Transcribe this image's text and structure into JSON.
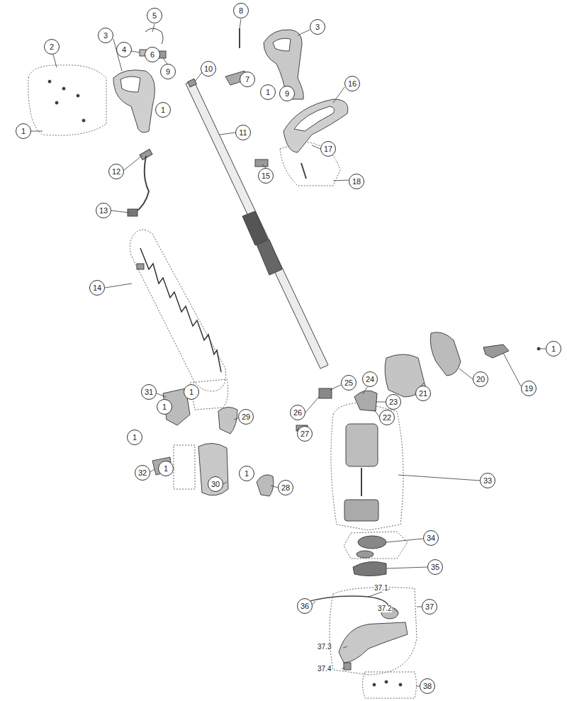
{
  "diagram": {
    "nodes": [
      {
        "text": [
          "5"
        ]
      },
      {
        "text": [
          "8"
        ]
      },
      {
        "text": [
          "3"
        ]
      },
      {
        "text": [
          "2"
        ]
      },
      {
        "text": [
          "3"
        ]
      },
      {
        "text": [
          "4"
        ]
      },
      {
        "text": [
          "6"
        ]
      },
      {
        "text": [
          "9"
        ]
      },
      {
        "text": [
          "10"
        ]
      },
      {
        "text": [
          "7"
        ]
      },
      {
        "text": [
          "1"
        ]
      },
      {
        "text": [
          "9"
        ]
      },
      {
        "text": [
          "16"
        ]
      },
      {
        "text": [
          "1"
        ]
      },
      {
        "text": [
          "11"
        ]
      },
      {
        "text": [
          "1"
        ]
      },
      {
        "text": [
          "17"
        ]
      },
      {
        "text": [
          "12"
        ]
      },
      {
        "text": [
          "15"
        ]
      },
      {
        "text": [
          "18"
        ]
      },
      {
        "text": [
          "13"
        ]
      },
      {
        "text": [
          "14"
        ]
      },
      {
        "text": [
          "1"
        ]
      },
      {
        "text": [
          "24"
        ]
      },
      {
        "text": [
          "20"
        ]
      },
      {
        "text": [
          "25"
        ]
      },
      {
        "text": [
          "19"
        ]
      },
      {
        "text": [
          "31"
        ]
      },
      {
        "text": [
          "1"
        ]
      },
      {
        "text": [
          "21"
        ]
      },
      {
        "text": [
          "23"
        ]
      },
      {
        "text": [
          "1"
        ]
      },
      {
        "text": [
          "26"
        ]
      },
      {
        "text": [
          "29"
        ]
      },
      {
        "text": [
          "22"
        ]
      },
      {
        "text": [
          "27"
        ]
      },
      {
        "text": [
          "1"
        ]
      },
      {
        "text": [
          "1"
        ]
      },
      {
        "text": [
          "32"
        ]
      },
      {
        "text": [
          "1"
        ]
      },
      {
        "text": [
          "33"
        ]
      },
      {
        "text": [
          "30"
        ]
      },
      {
        "text": [
          "28"
        ]
      },
      {
        "text": [
          "34"
        ]
      },
      {
        "text": [
          "35"
        ]
      },
      {
        "text": [
          "36"
        ]
      },
      {
        "text": [
          "37"
        ]
      },
      {
        "text": [
          "38"
        ]
      }
    ],
    "edges": [],
    "labels": [
      "37.1",
      "37.2",
      "37.3",
      "37.4"
    ]
  }
}
